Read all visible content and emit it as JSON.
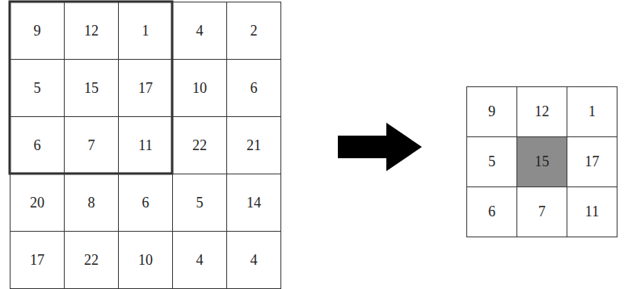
{
  "diagram": {
    "labels": [
      "9",
      "12",
      "1",
      "4",
      "2",
      "5",
      "15",
      "17",
      "10",
      "6",
      "6",
      "7",
      "11",
      "22",
      "21",
      "20",
      "8",
      "6",
      "5",
      "14",
      "17",
      "22",
      "10",
      "4",
      "4",
      "9",
      "12",
      "1",
      "5",
      "15",
      "17",
      "6",
      "7",
      "11"
    ]
  }
}
